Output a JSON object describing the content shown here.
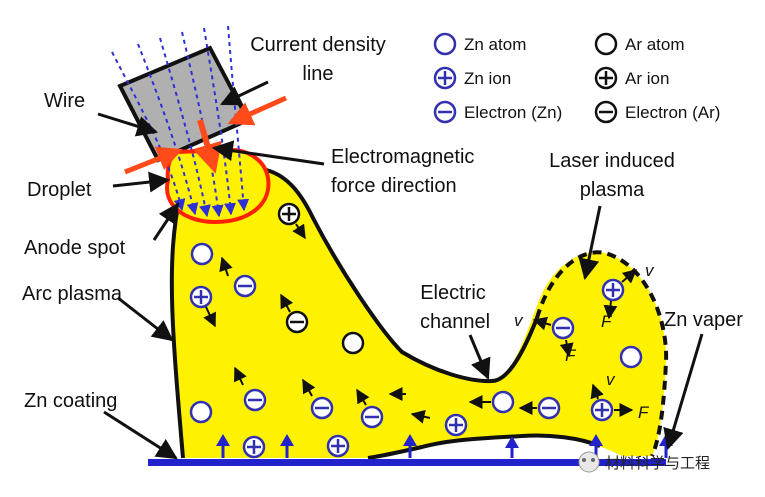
{
  "labels": {
    "current_density_line": [
      "Current density",
      "line"
    ],
    "wire": "Wire",
    "droplet": "Droplet",
    "anode_spot": "Anode spot",
    "arc_plasma": "Arc plasma",
    "zn_coating": "Zn coating",
    "electromagnetic_force": [
      "Electromagnetic",
      "force direction"
    ],
    "laser_plasma": [
      "Laser induced",
      "plasma"
    ],
    "electric_channel": [
      "Electric",
      "channel"
    ],
    "zn_vaper": "Zn vaper"
  },
  "legend": {
    "zn_atom": "Zn atom",
    "ar_atom": "Ar atom",
    "zn_ion": "Zn ion",
    "ar_ion": "Ar ion",
    "electron_zn": "Electron (Zn)",
    "electron_ar": "Electron (Ar)"
  },
  "vector_labels": {
    "velocity": "v",
    "force": "F"
  },
  "watermark": "材料科学与工程",
  "colors": {
    "plasma_fill": "#fff200",
    "zn_particle": "#3030b0",
    "ar_particle": "#111111",
    "substrate": "#2222cc",
    "wire_fill": "#b0b0b0",
    "droplet_outline": "#ff2200",
    "force_arrow": "#ff4a1a",
    "current_line": "#2f2fd6"
  }
}
